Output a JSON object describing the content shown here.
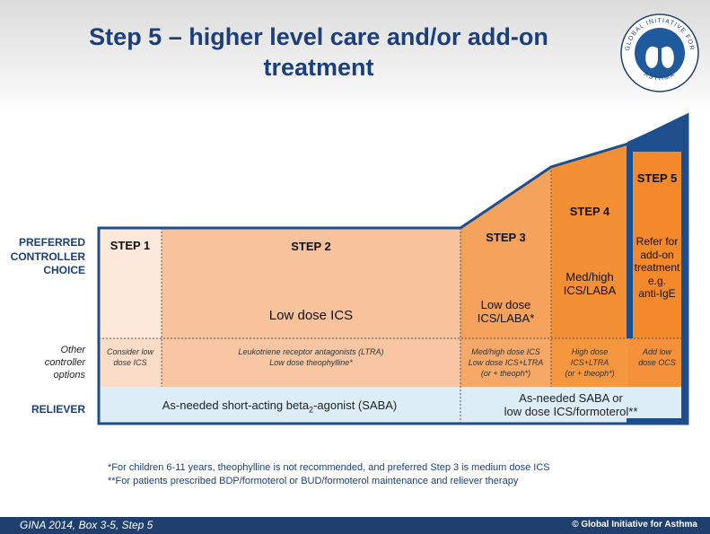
{
  "title": {
    "line1": "Step 5 – higher level care and/or add-on",
    "line2": "treatment"
  },
  "logo": {
    "text": "GLOBAL INITIATIVE FOR ASTHMA"
  },
  "row_labels": {
    "preferred_line1": "PREFERRED",
    "preferred_line2": "CONTROLLER",
    "preferred_line3": "CHOICE",
    "other_line1": "Other",
    "other_line2": "controller",
    "other_line3": "options",
    "reliever": "RELIEVER"
  },
  "steps": [
    {
      "label": "STEP 1",
      "preferred": [],
      "options": [
        "Consider low",
        "dose ICS"
      ]
    },
    {
      "label": "STEP 2",
      "preferred": [
        "Low dose ICS"
      ],
      "options": [
        "Leukotriene receptor antagonists (LTRA)",
        "Low dose theophylline*"
      ]
    },
    {
      "label": "STEP 3",
      "preferred": [
        "Low dose",
        "ICS/LABA*"
      ],
      "options": [
        "Med/high dose ICS",
        "Low dose ICS+LTRA",
        "(or + theoph*)"
      ]
    },
    {
      "label": "STEP 4",
      "preferred": [
        "Med/high",
        "ICS/LABA"
      ],
      "options": [
        "High dose",
        "ICS+LTRA",
        "(or + theoph*)"
      ]
    },
    {
      "label": "STEP 5",
      "preferred": [
        "Refer for",
        "add-on",
        "treatment",
        "e.g.",
        "anti-IgE"
      ],
      "options": [
        "Add low",
        "dose OCS"
      ]
    }
  ],
  "reliever": {
    "left_prefix": "As-needed short-acting beta",
    "left_sub": "2",
    "left_suffix": "-agonist (SABA)",
    "right_line1": "As-needed SABA or",
    "right_line2": "low dose ICS/formoterol**"
  },
  "footnotes": {
    "line1": "*For children 6-11 years, theophylline  is not recommended, and preferred Step 3 is medium dose ICS",
    "line2": "**For patients prescribed BDP/formoterol or BUD/formoterol maintenance and reliever therapy"
  },
  "footer": {
    "left": "GINA 2014, Box 3-5, Step 5",
    "right": "© Global Initiative for Asthma"
  },
  "colors": {
    "title": "#1b3f7a",
    "step1": "#fde9dc",
    "step2": "#f8c39c",
    "step3": "#f5a25c",
    "step4": "#f39035",
    "step5": "#f3892b",
    "reliever": "#dcedf8",
    "highlight": "#1f4e8c",
    "footer_bar": "#1f3f6e"
  }
}
